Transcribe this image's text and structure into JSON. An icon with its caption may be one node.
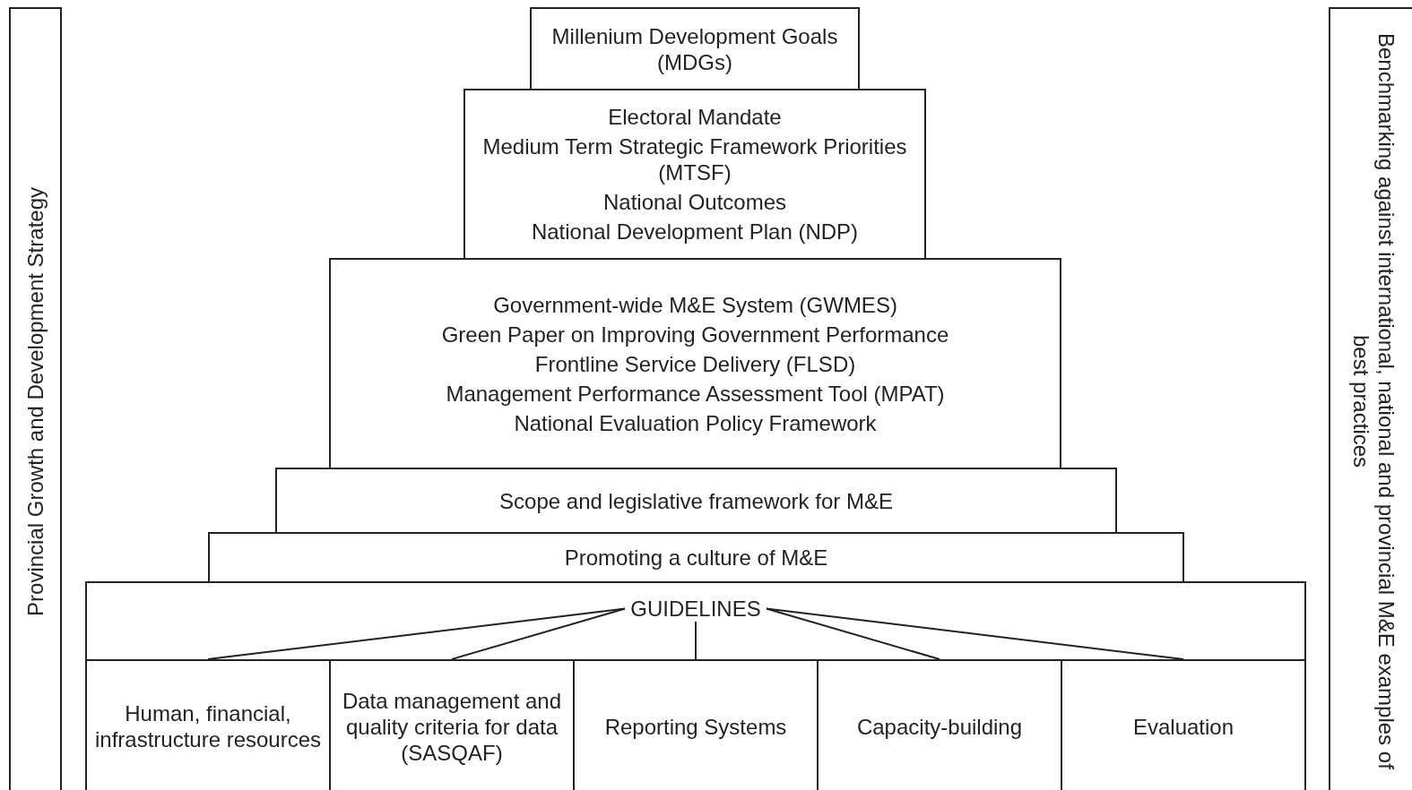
{
  "diagram": {
    "nodes": [
      {
        "text": [
          "Provincial Growth and Development Strategy"
        ]
      },
      {
        "text": [
          "Millenium Development Goals (MDGs)"
        ]
      },
      {
        "text": [
          "Electoral Mandate",
          "Medium Term Strategic Framework Priorities (MTSF)",
          "National Outcomes",
          "National Development Plan (NDP)"
        ]
      },
      {
        "text": [
          "Government-wide M&E System (GWMES)",
          "Green Paper on Improving Government Performance",
          "Frontline Service Delivery (FLSD)",
          "Management Performance Assessment Tool (MPAT)",
          "National Evaluation Policy Framework"
        ]
      },
      {
        "text": [
          "Scope and legislative framework for M&E"
        ]
      },
      {
        "text": [
          "Promoting a culture of M&E"
        ]
      },
      {
        "text": [
          "GUIDELINES"
        ]
      },
      {
        "text": [
          "Human, financial, infrastructure resources"
        ]
      },
      {
        "text": [
          "Data management and quality criteria for data (SASQAF)"
        ]
      },
      {
        "text": [
          "Reporting Systems"
        ]
      },
      {
        "text": [
          "Capacity-building"
        ]
      },
      {
        "text": [
          "Evaluation"
        ]
      },
      {
        "text": [
          "Benchmarking against international, national and provincial M&E examples of best practices"
        ]
      }
    ],
    "edges": [
      {
        "from": 6,
        "to": 7,
        "arrow": "none"
      },
      {
        "from": 6,
        "to": 8,
        "arrow": "none"
      },
      {
        "from": 6,
        "to": 9,
        "arrow": "none"
      },
      {
        "from": 6,
        "to": 10,
        "arrow": "none"
      },
      {
        "from": 6,
        "to": 11,
        "arrow": "none"
      }
    ]
  }
}
